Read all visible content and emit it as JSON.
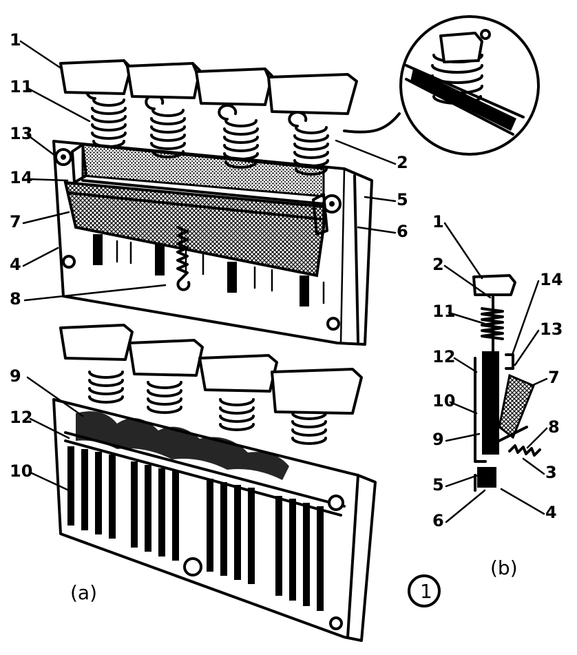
{
  "figure_number": "1",
  "view_a": {
    "caption": "(a)",
    "upper_labels": [
      "1",
      "11",
      "13",
      "14",
      "7",
      "4",
      "8",
      "2",
      "5",
      "6"
    ],
    "lower_labels": [
      "9",
      "12",
      "10"
    ]
  },
  "view_b": {
    "caption": "(b)",
    "left_labels": [
      "1",
      "2",
      "11",
      "12",
      "10",
      "9",
      "5",
      "6"
    ],
    "right_labels": [
      "14",
      "13",
      "7",
      "8",
      "3",
      "4"
    ]
  },
  "colors": {
    "ink": "#000000",
    "paper": "#ffffff",
    "shade": "#9a9a9a"
  }
}
